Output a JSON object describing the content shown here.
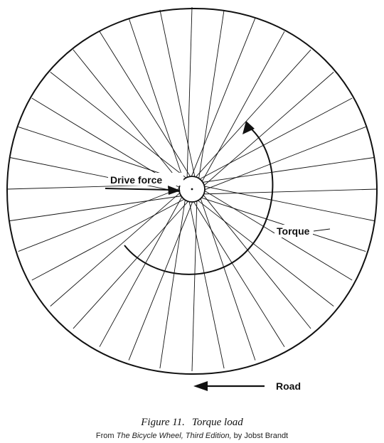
{
  "figure": {
    "labels": {
      "drive_force": "Drive force",
      "torque": "Torque",
      "road": "Road"
    },
    "caption": {
      "number": "Figure 11.",
      "title": "Torque load"
    },
    "source": {
      "prefix": "From ",
      "book": "The Bicycle Wheel, Third Edition,",
      "suffix": " by Jobst Brandt"
    },
    "spoke_count": 36,
    "ink_color": "#111111"
  }
}
